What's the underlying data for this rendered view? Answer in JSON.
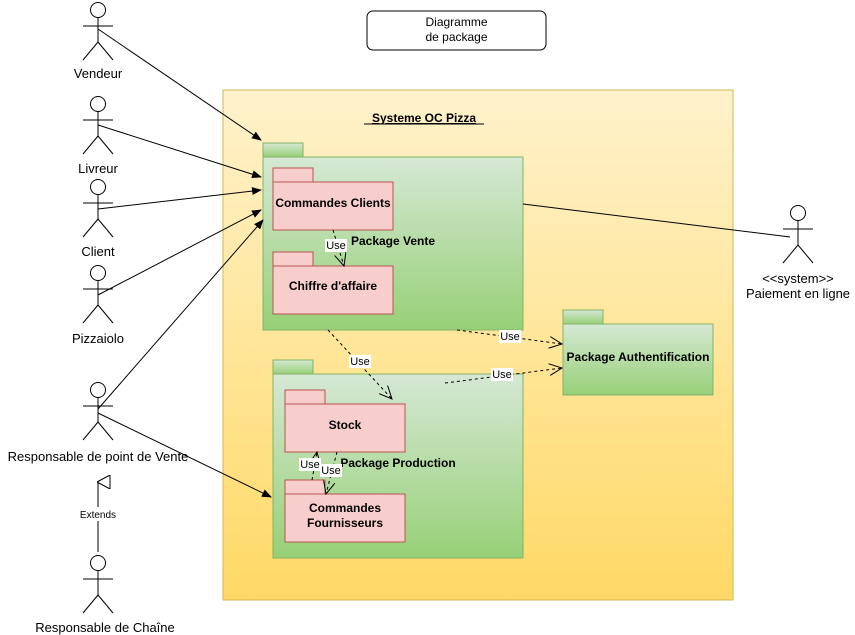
{
  "title_box": {
    "line1": "Diagramme",
    "line2": "de package"
  },
  "system": {
    "title": "Systeme OC Pizza"
  },
  "actors": {
    "vendeur": "Vendeur",
    "livreur": "Livreur",
    "client": "Client",
    "pizzaiolo": "Pizzaiolo",
    "responsable_vente": "Responsable de point de Vente",
    "responsable_chaine": "Responsable de Chaîne",
    "paiement_stereotype": "<<system>>",
    "paiement": "Paiement en ligne"
  },
  "packages": {
    "vente": "Package Vente",
    "commandes_clients": "Commandes Clients",
    "chiffre_affaire": "Chiffre d'affaire",
    "authentification": "Package Authentification",
    "production": "Package Production",
    "stock": "Stock",
    "commandes_fournisseurs_1": "Commandes",
    "commandes_fournisseurs_2": "Fournisseurs"
  },
  "relations": {
    "use": "Use",
    "extends": "Extends"
  },
  "colors": {
    "system_fill_top": "#fff2cc",
    "system_fill_bottom": "#ffd966",
    "system_stroke": "#d6b656",
    "package_fill_top": "#d5e8d4",
    "package_fill_bottom": "#97d077",
    "package_stroke": "#82b366",
    "subpackage_fill": "#f8cecc",
    "subpackage_stroke": "#b85450"
  }
}
